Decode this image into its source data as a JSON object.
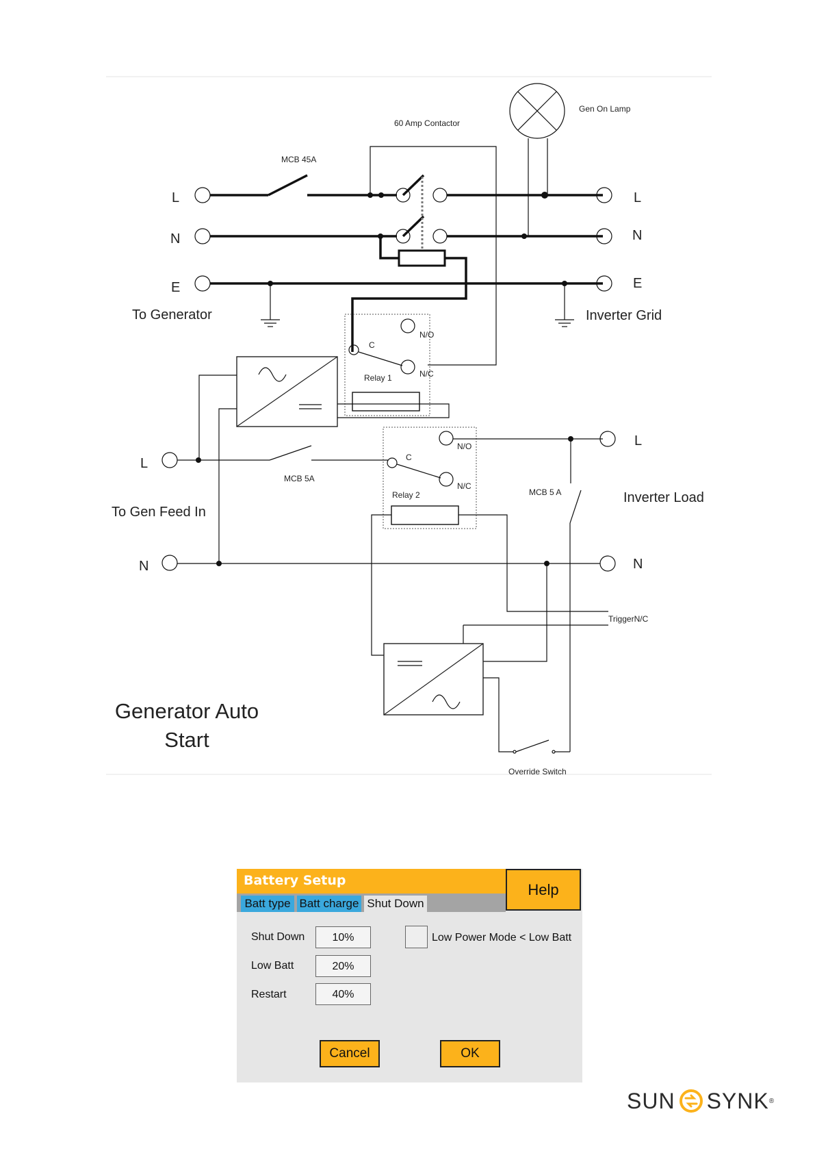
{
  "diagram": {
    "title_line1": "Generator Auto",
    "title_line2": "Start",
    "labels": {
      "gen_on_lamp": "Gen On Lamp",
      "contactor": "60 Amp Contactor",
      "mcb45": "MCB 45A",
      "l": "L",
      "n": "N",
      "e": "E",
      "to_generator": "To Generator",
      "inverter_grid": "Inverter Grid",
      "no": "N/O",
      "nc": "N/C",
      "c": "C",
      "relay1": "Relay 1",
      "relay2": "Relay 2",
      "mcb5": "MCB 5A",
      "mcb5b": "MCB 5 A",
      "inverter_load": "Inverter Load",
      "to_gen_feed_in": "To Gen Feed In",
      "trigger": "TriggerN/C",
      "override": "Override Switch"
    }
  },
  "panel": {
    "title": "Battery Setup",
    "tabs": [
      "Batt type",
      "Batt charge",
      "Shut Down"
    ],
    "help_label": "Help",
    "rows": [
      {
        "label": "Shut Down",
        "value": "10%"
      },
      {
        "label": "Low Batt",
        "value": "20%"
      },
      {
        "label": "Restart",
        "value": "40%"
      }
    ],
    "low_power_mode_label": "Low Power Mode < Low Batt",
    "cancel_label": "Cancel",
    "ok_label": "OK"
  },
  "logo": {
    "left": "SUN",
    "right": "SYNK",
    "reg": "®",
    "accent_color": "#fcb21b"
  }
}
